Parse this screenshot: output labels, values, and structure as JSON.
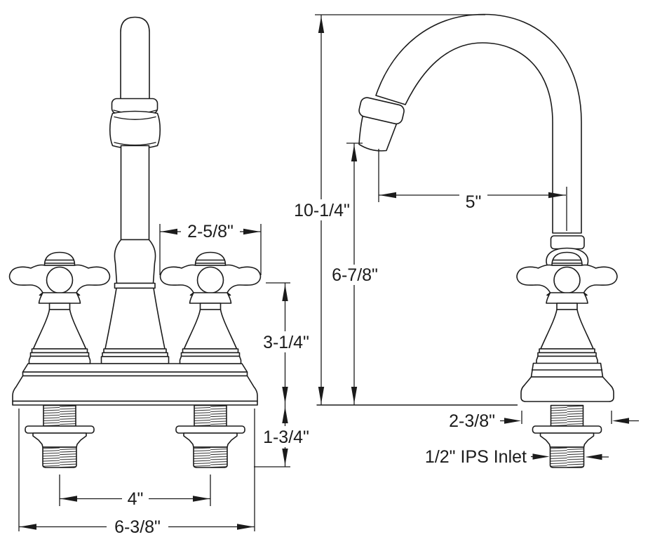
{
  "drawing": {
    "background": "#ffffff",
    "ink": "#1b1b1b",
    "subject": "two-handle gooseneck faucet dimensional drawing",
    "front_view": {
      "dims": {
        "handle_width": "2-5/8\"",
        "deck_to_handle_height": "3-1/4\"",
        "under_deck_depth": "1-3/4\"",
        "hole_centers": "4\"",
        "overall_base_width": "6-3/8\""
      }
    },
    "side_view": {
      "dims": {
        "overall_height": "10-1/4\"",
        "spout_outlet_height": "6-7/8\"",
        "spout_reach": "5\"",
        "base_diameter": "2-3/8\"",
        "inlet_callout": "1/2\" IPS Inlet"
      }
    }
  }
}
